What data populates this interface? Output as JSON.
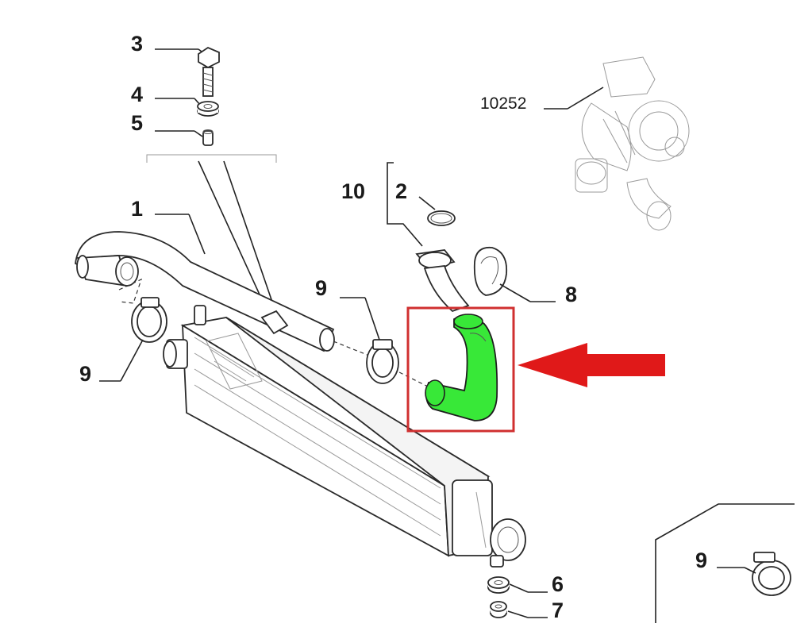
{
  "callouts": {
    "c1": "1",
    "c2": "2",
    "c3": "3",
    "c4": "4",
    "c5": "5",
    "c6": "6",
    "c7": "7",
    "c8": "8",
    "c9a": "9",
    "c9b": "9",
    "c9c": "9",
    "c10": "10",
    "turbo_ref": "10252"
  },
  "highlight": {
    "part_color": "#38e838",
    "box_color": "#d03030",
    "arrow_color": "#e01919"
  }
}
